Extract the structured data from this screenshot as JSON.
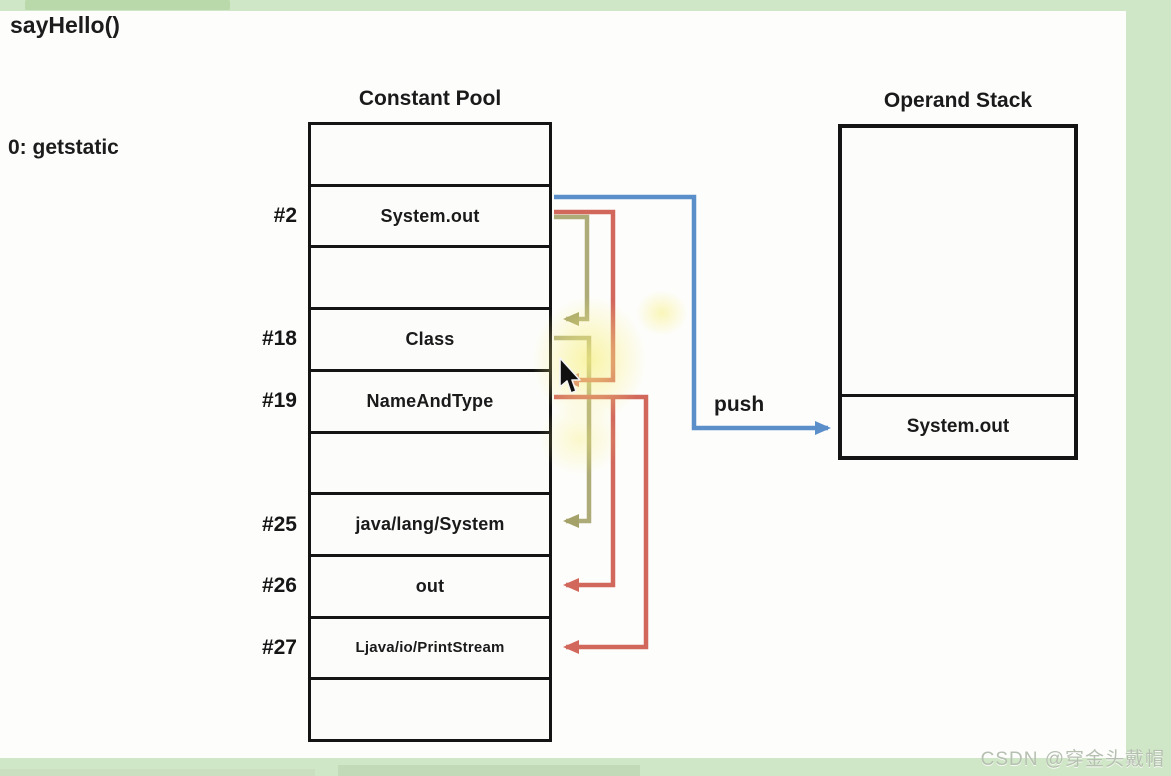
{
  "page": {
    "method_title": "sayHello()",
    "bytecode_instruction": "0: getstatic",
    "watermark": "CSDN @穿金头戴帽"
  },
  "constant_pool": {
    "title": "Constant Pool",
    "rows": [
      {
        "index": "",
        "value": ""
      },
      {
        "index": "#2",
        "value": "System.out"
      },
      {
        "index": "",
        "value": ""
      },
      {
        "index": "#18",
        "value": "Class"
      },
      {
        "index": "#19",
        "value": "NameAndType"
      },
      {
        "index": "",
        "value": ""
      },
      {
        "index": "#25",
        "value": "java/lang/System"
      },
      {
        "index": "#26",
        "value": "out"
      },
      {
        "index": "#27",
        "value": "Ljava/io/PrintStream"
      },
      {
        "index": "",
        "value": ""
      }
    ]
  },
  "operand_stack": {
    "title": "Operand Stack",
    "slots": [
      "",
      "System.out"
    ]
  },
  "push_label": "push",
  "colors": {
    "background_green": "#cfe7c6",
    "arrow_blue": "#5b8fc9",
    "arrow_red": "#d2685c",
    "arrow_olive": "#a4a268",
    "highlight_yellow": "#f7f082",
    "border_black": "#141414"
  }
}
